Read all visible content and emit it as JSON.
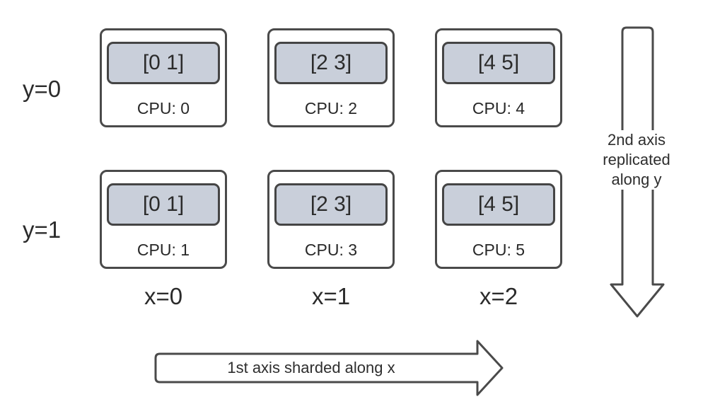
{
  "diagram": {
    "background_color": "#ffffff",
    "stroke_color": "#4a4a4a",
    "shard_fill_color": "#c9cfda",
    "rows": [
      "y=0",
      "y=1"
    ],
    "cols": [
      "x=0",
      "x=1",
      "x=2"
    ],
    "devices": [
      {
        "row": 0,
        "col": 0,
        "shard": "[0 1]",
        "cpu": "CPU: 0"
      },
      {
        "row": 0,
        "col": 1,
        "shard": "[2 3]",
        "cpu": "CPU: 2"
      },
      {
        "row": 0,
        "col": 2,
        "shard": "[4 5]",
        "cpu": "CPU: 4"
      },
      {
        "row": 1,
        "col": 0,
        "shard": "[0 1]",
        "cpu": "CPU: 1"
      },
      {
        "row": 1,
        "col": 1,
        "shard": "[2 3]",
        "cpu": "CPU: 3"
      },
      {
        "row": 1,
        "col": 2,
        "shard": "[4 5]",
        "cpu": "CPU: 5"
      }
    ],
    "annotations": {
      "x_axis": "1st axis sharded along x",
      "y_axis": "2nd axis replicated along y"
    }
  }
}
